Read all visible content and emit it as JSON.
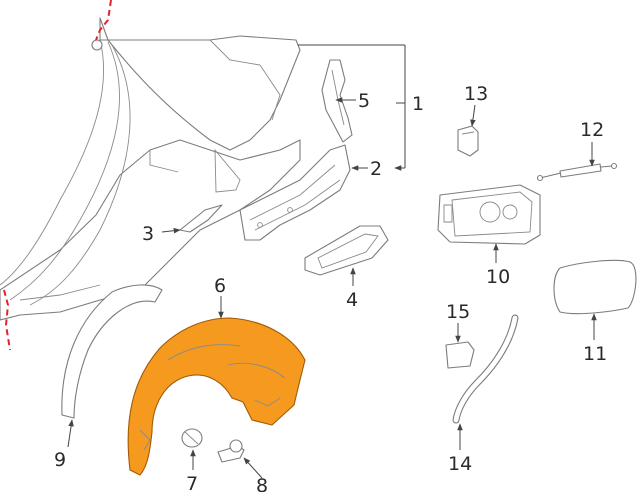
{
  "colors": {
    "highlight": "#f59a1e",
    "line": "#777777",
    "label": "#2a2a2a",
    "cut_line": "#e0242a"
  },
  "callouts": {
    "p1": "1",
    "p2": "2",
    "p3": "3",
    "p4": "4",
    "p5": "5",
    "p6": "6",
    "p7": "7",
    "p8": "8",
    "p9": "9",
    "p10": "10",
    "p11": "11",
    "p12": "12",
    "p13": "13",
    "p14": "14",
    "p15": "15"
  },
  "highlighted_part": "6"
}
